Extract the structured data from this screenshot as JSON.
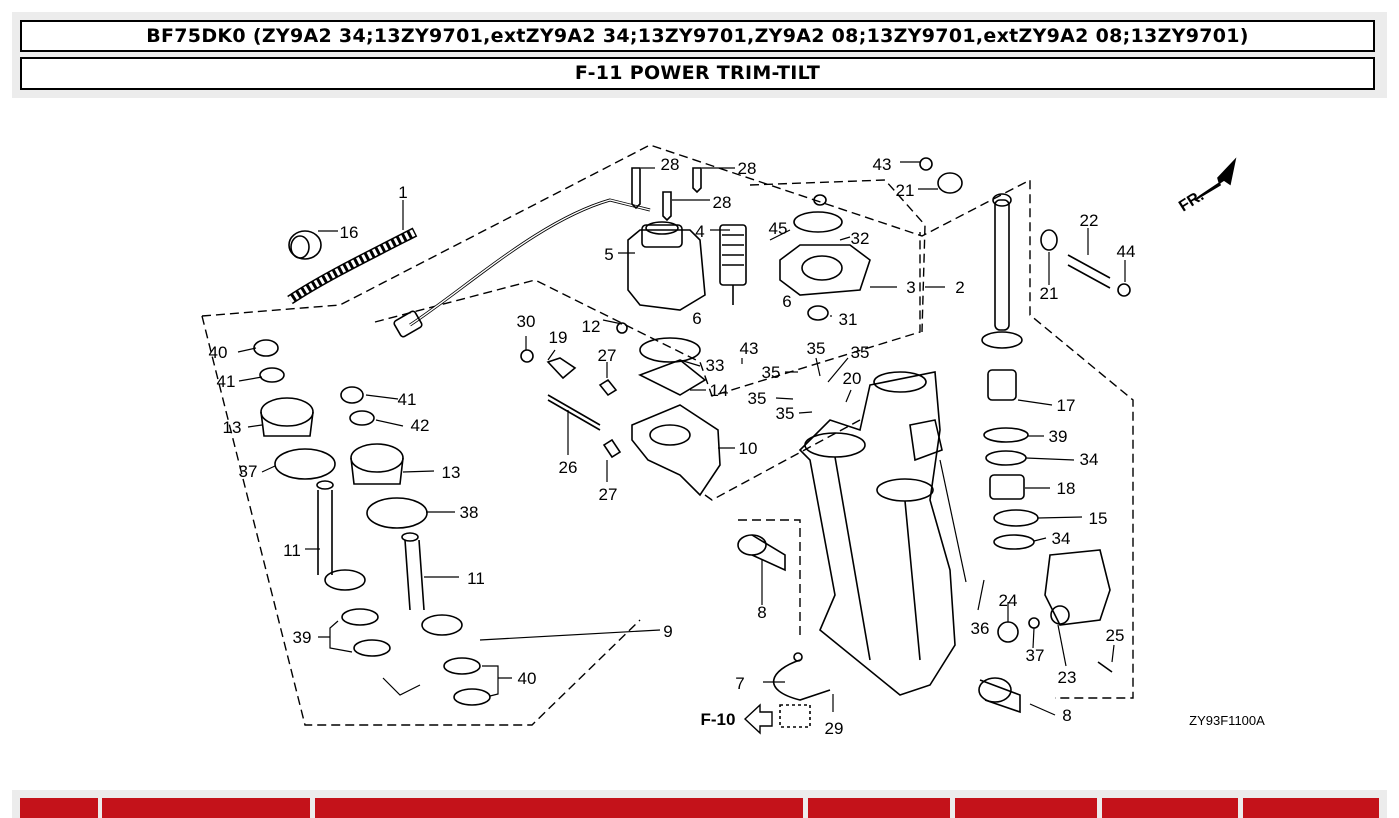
{
  "header": {
    "model_line": "BF75DK0 (ZY9A2 34;13ZY9701,extZY9A2 34;13ZY9701,ZY9A2 08;13ZY9701,extZY9A2 08;13ZY9701)",
    "section_title": "F-11 POWER TRIM-TILT"
  },
  "diagram": {
    "direction_label": "FR.",
    "ref_label": "F-10",
    "code": "ZY93F1100A",
    "callouts": [
      "1",
      "2",
      "3",
      "4",
      "5",
      "6",
      "6",
      "7",
      "8",
      "8",
      "9",
      "10",
      "11",
      "11",
      "12",
      "13",
      "13",
      "14",
      "15",
      "16",
      "17",
      "18",
      "19",
      "20",
      "21",
      "21",
      "22",
      "23",
      "24",
      "25",
      "26",
      "27",
      "27",
      "28",
      "28",
      "28",
      "29",
      "30",
      "31",
      "32",
      "33",
      "34",
      "34",
      "35",
      "35",
      "35",
      "35",
      "35",
      "36",
      "37",
      "37",
      "38",
      "39",
      "39",
      "40",
      "40",
      "41",
      "41",
      "42",
      "43",
      "43",
      "44",
      "45"
    ]
  },
  "parts_table": {
    "header_color": "#c4121a",
    "columns": [
      "",
      "",
      "",
      "",
      "",
      "",
      ""
    ]
  }
}
